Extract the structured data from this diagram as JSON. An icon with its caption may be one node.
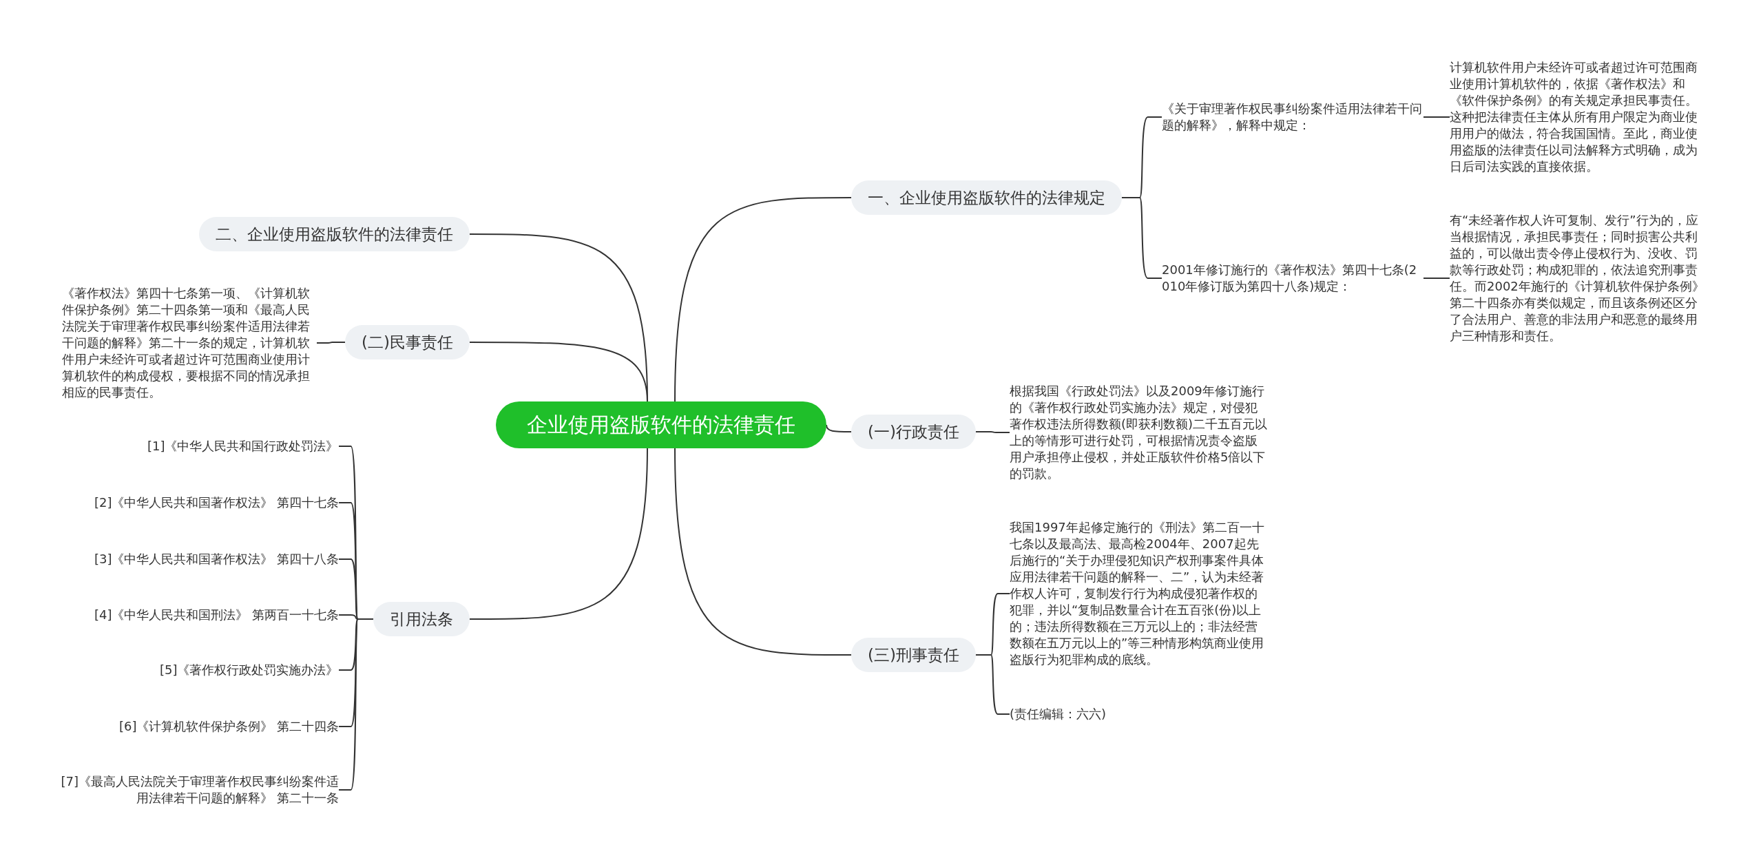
{
  "diagram": {
    "nodes": [
      {
        "text": [
          "企业使用盗版软件的法律责任"
        ]
      },
      {
        "text": [
          "一、企业使用盗版软件的法律规定"
        ]
      },
      {
        "text": [
          "《关于审理著作权民事纠纷案件适用法律若干问题的解释》，解释中规定："
        ]
      },
      {
        "text": [
          "计算机软件用户未经许可或者超过许可范围商业使用计算机软件的，依据《著作权法》和《软件保护条例》的有关规定承担民事责任。这种把法律责任主体从所有用户限定为商业使用用户的做法，符合我国国情。至此，商业使用盗版的法律责任以司法解释方式明确，成为日后司法实践的直接依据。"
        ]
      },
      {
        "text": [
          "2001年修订施行的《著作权法》第四十七条(2010年修订版为第四十八条)规定："
        ]
      },
      {
        "text": [
          "有“未经著作权人许可复制、发行”行为的，应当根据情况，承担民事责任；同时损害公共利益的，可以做出责令停止侵权行为、没收、罚款等行政处罚；构成犯罪的，依法追究刑事责任。而2002年施行的《计算机软件保护条例》第二十四条亦有类似规定，而且该条例还区分了合法用户、善意的非法用户和恶意的最终用户三种情形和责任。"
        ]
      },
      {
        "text": [
          "二、企业使用盗版软件的法律责任"
        ]
      },
      {
        "text": [
          "(二)民事责任"
        ]
      },
      {
        "text": [
          "《著作权法》第四十七条第一项、《计算机软件保护条例》第二十四条第一项和《最高人民法院关于审理著作权民事纠纷案件适用法律若干问题的解释》第二十一条的规定，计算机软件用户未经许可或者超过许可范围商业使用计算机软件的构成侵权，要根据不同的情况承担相应的民事责任。"
        ]
      },
      {
        "text": [
          "(一)行政责任"
        ]
      },
      {
        "text": [
          "根据我国《行政处罚法》以及2009年修订施行的《著作权行政处罚实施办法》规定，对侵犯著作权违法所得数额(即获利数额)二千五百元以上的等情形可进行处罚，可根据情况责令盗版用户承担停止侵权，并处正版软件价格5倍以下的罚款。"
        ]
      },
      {
        "text": [
          "(三)刑事责任"
        ]
      },
      {
        "text": [
          "我国1997年起修定施行的《刑法》第二百一十七条以及最高法、最高检2004年、2007起先后施行的“关于办理侵犯知识产权刑事案件具体应用法律若干问题的解释一、二”，认为未经著作权人许可，复制发行行为构成侵犯著作权的犯罪，并以“复制品数量合计在五百张(份)以上的；违法所得数额在三万元以上的；非法经营数额在五万元以上的”等三种情形构筑商业使用盗版行为犯罪构成的底线。"
        ]
      },
      {
        "text": [
          "(责任编辑：六六)"
        ]
      },
      {
        "text": [
          "引用法条"
        ]
      },
      {
        "text": [
          "[1]《中华人民共和国行政处罚法》"
        ]
      },
      {
        "text": [
          "[2]《中华人民共和国著作权法》 第四十七条"
        ]
      },
      {
        "text": [
          "[3]《中华人民共和国著作权法》 第四十八条"
        ]
      },
      {
        "text": [
          "[4]《中华人民共和国刑法》 第两百一十七条"
        ]
      },
      {
        "text": [
          "[5]《著作权行政处罚实施办法》"
        ]
      },
      {
        "text": [
          "[6]《计算机软件保护条例》 第二十四条"
        ]
      },
      {
        "text": [
          "[7]《最高人民法院关于审理著作权民事纠纷案件适用法律若干问题的解释》 第二十一条"
        ]
      }
    ],
    "edges": [
      {
        "from": 0,
        "to": 1,
        "arrow": "none"
      },
      {
        "from": 1,
        "to": 2,
        "arrow": "none"
      },
      {
        "from": 2,
        "to": 3,
        "arrow": "none"
      },
      {
        "from": 1,
        "to": 4,
        "arrow": "none"
      },
      {
        "from": 4,
        "to": 5,
        "arrow": "none"
      },
      {
        "from": 0,
        "to": 6,
        "arrow": "none"
      },
      {
        "from": 0,
        "to": 7,
        "arrow": "none"
      },
      {
        "from": 7,
        "to": 8,
        "arrow": "none"
      },
      {
        "from": 0,
        "to": 9,
        "arrow": "none"
      },
      {
        "from": 9,
        "to": 10,
        "arrow": "none"
      },
      {
        "from": 0,
        "to": 11,
        "arrow": "none"
      },
      {
        "from": 11,
        "to": 12,
        "arrow": "none"
      },
      {
        "from": 11,
        "to": 13,
        "arrow": "none"
      },
      {
        "from": 0,
        "to": 14,
        "arrow": "none"
      },
      {
        "from": 14,
        "to": 15,
        "arrow": "none"
      },
      {
        "from": 14,
        "to": 16,
        "arrow": "none"
      },
      {
        "from": 14,
        "to": 17,
        "arrow": "none"
      },
      {
        "from": 14,
        "to": 18,
        "arrow": "none"
      },
      {
        "from": 14,
        "to": 19,
        "arrow": "none"
      },
      {
        "from": 14,
        "to": 20,
        "arrow": "none"
      },
      {
        "from": 14,
        "to": 21,
        "arrow": "none"
      }
    ]
  }
}
